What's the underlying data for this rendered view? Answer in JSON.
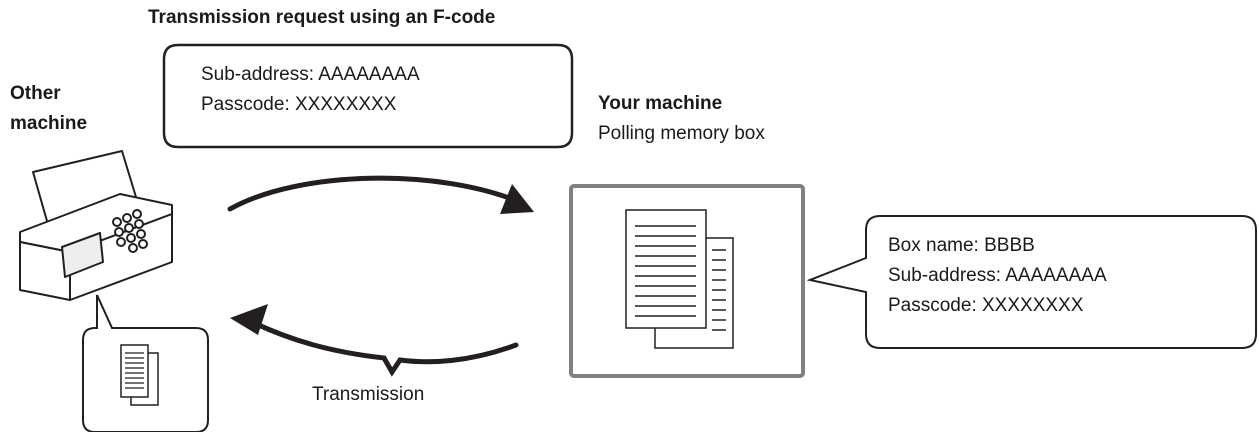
{
  "title": "Transmission request using an F-code",
  "other_machine": {
    "line1": "Other",
    "line2": "machine"
  },
  "request_bubble": {
    "line1": "Sub-address: AAAAAAAA",
    "line2": "Passcode: XXXXXXXX"
  },
  "your_machine": {
    "title": "Your machine",
    "subtitle": "Polling memory box"
  },
  "box_bubble": {
    "line1": "Box name: BBBB",
    "line2": "Sub-address: AAAAAAAA",
    "line3": "Passcode: XXXXXXXX"
  },
  "transmission_label": "Transmission",
  "colors": {
    "stroke": "#231f20",
    "box_frame": "#808080",
    "fax_panel": "#e8e8e8"
  }
}
